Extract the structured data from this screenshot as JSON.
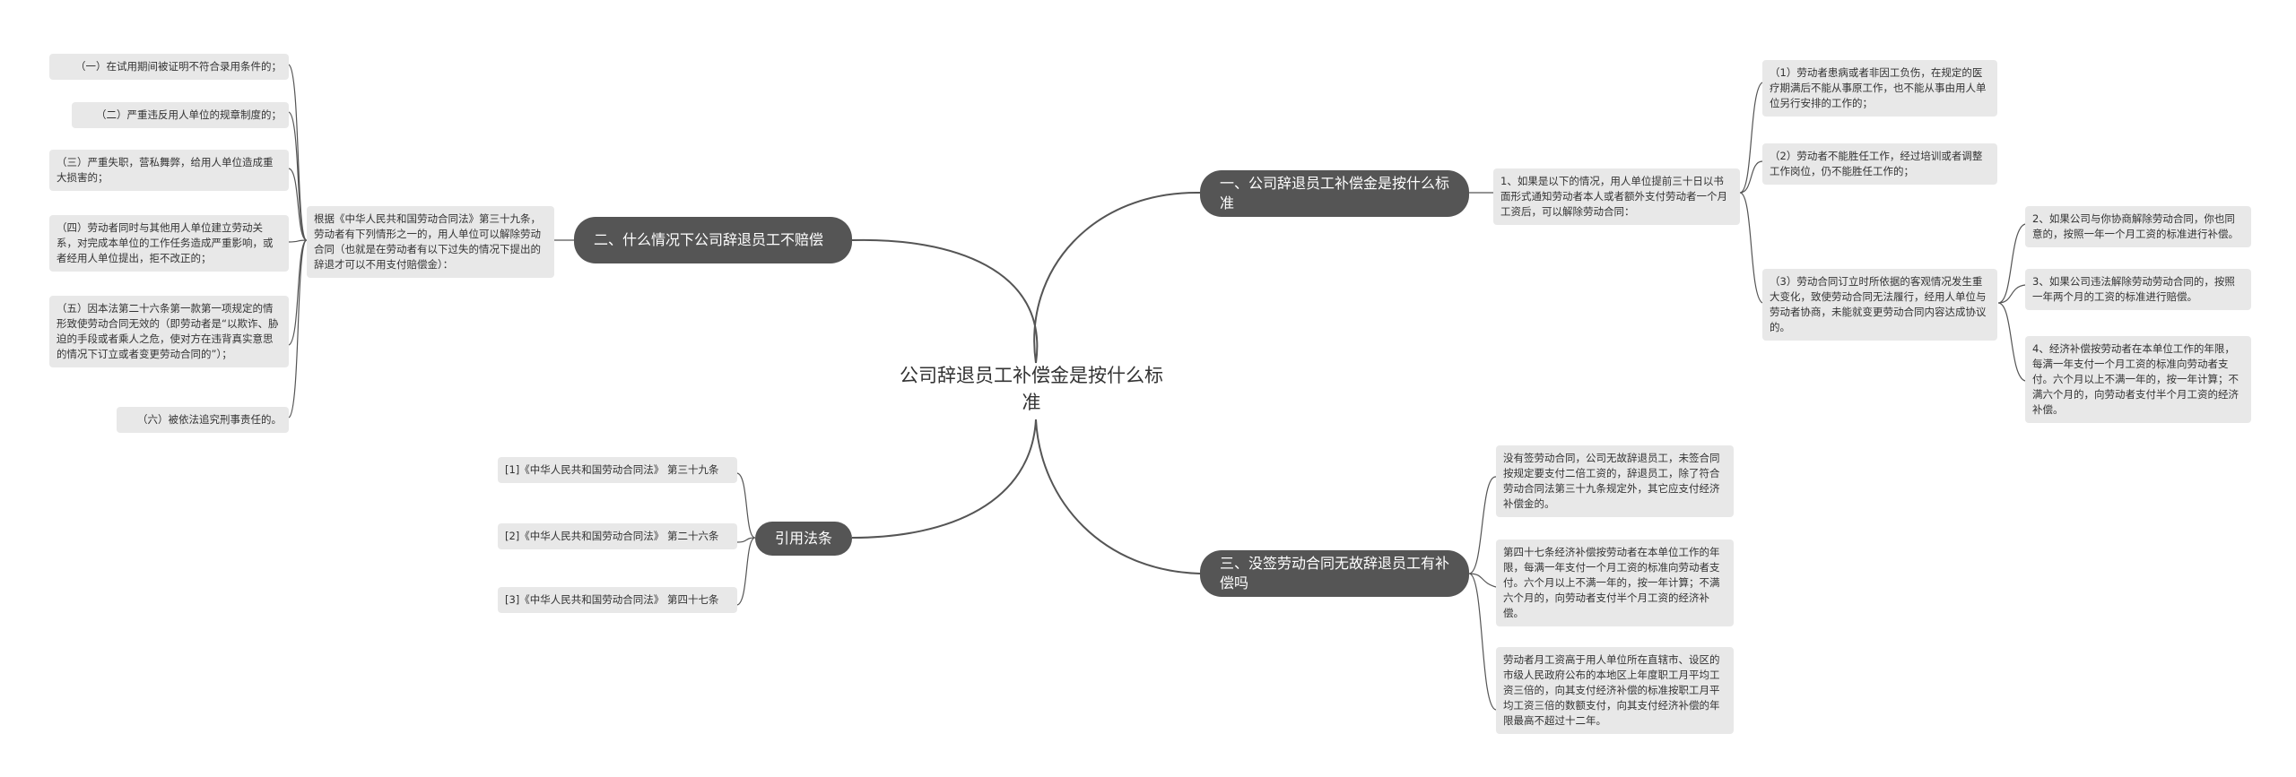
{
  "root": {
    "title": "公司辞退员工补偿金是按什么标准"
  },
  "b1": {
    "title": "一、公司辞退员工补偿金是按什么标准",
    "intro": "1、如果是以下的情况，用人单位提前三十日以书面形式通知劳动者本人或者额外支付劳动者一个月工资后，可以解除劳动合同：",
    "items": [
      "（1）劳动者患病或者非因工负伤，在规定的医疗期满后不能从事原工作，也不能从事由用人单位另行安排的工作的；",
      "（2）劳动者不能胜任工作，经过培训或者调整工作岗位，仍不能胜任工作的；",
      "（3）劳动合同订立时所依据的客观情况发生重大变化，致使劳动合同无法履行，经用人单位与劳动者协商，未能就变更劳动合同内容达成协议的。"
    ],
    "sub": [
      "2、如果公司与你协商解除劳动合同，你也同意的，按照一年一个月工资的标准进行补偿。",
      "3、如果公司违法解除劳动劳动合同的，按照一年两个月的工资的标准进行赔偿。",
      "4、经济补偿按劳动者在本单位工作的年限，每满一年支付一个月工资的标准向劳动者支付。六个月以上不满一年的，按一年计算；不满六个月的，向劳动者支付半个月工资的经济补偿。"
    ]
  },
  "b2": {
    "title": "二、什么情况下公司辞退员工不赔偿",
    "intro": "根据《中华人民共和国劳动合同法》第三十九条，劳动者有下列情形之一的，用人单位可以解除劳动合同（也就是在劳动者有以下过失的情况下提出的辞退才可以不用支付赔偿金）：",
    "items": [
      "（一）在试用期间被证明不符合录用条件的；",
      "（二）严重违反用人单位的规章制度的；",
      "（三）严重失职，营私舞弊，给用人单位造成重大损害的；",
      "（四）劳动者同时与其他用人单位建立劳动关系，对完成本单位的工作任务造成严重影响，或者经用人单位提出，拒不改正的；",
      "（五）因本法第二十六条第一款第一项规定的情形致使劳动合同无效的（即劳动者是“以欺诈、胁迫的手段或者乘人之危，使对方在违背真实意思的情况下订立或者变更劳动合同的”）；",
      "（六）被依法追究刑事责任的。"
    ]
  },
  "b3": {
    "title": "三、没签劳动合同无故辞退员工有补偿吗",
    "items": [
      "没有签劳动合同，公司无故辞退员工，未签合同按规定要支付二倍工资的，辞退员工，除了符合劳动合同法第三十九条规定外，其它应支付经济补偿金的。",
      "第四十七条经济补偿按劳动者在本单位工作的年限，每满一年支付一个月工资的标准向劳动者支付。六个月以上不满一年的，按一年计算；不满六个月的，向劳动者支付半个月工资的经济补偿。",
      "劳动者月工资高于用人单位所在直辖市、设区的市级人民政府公布的本地区上年度职工月平均工资三倍的，向其支付经济补偿的标准按职工月平均工资三倍的数额支付，向其支付经济补偿的年限最高不超过十二年。"
    ]
  },
  "b4": {
    "title": "引用法条",
    "items": [
      "[1]《中华人民共和国劳动合同法》 第三十九条",
      "[2]《中华人民共和国劳动合同法》 第二十六条",
      "[3]《中华人民共和国劳动合同法》 第四十七条"
    ]
  },
  "colors": {
    "branch": "#555555",
    "leaf": "#e8e8e8",
    "line": "#555555"
  }
}
